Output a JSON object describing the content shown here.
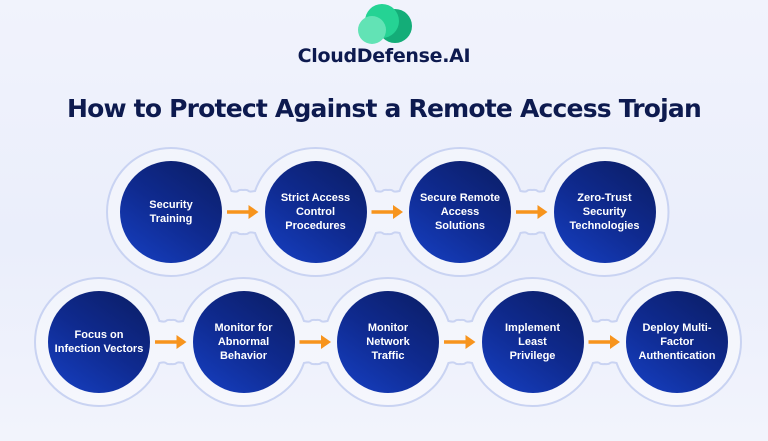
{
  "brand": {
    "name": "CloudDefense.AI",
    "logo_icon": "cloud-circles-icon",
    "logo_colors": [
      "#5ee0b0",
      "#22d08e",
      "#12a874"
    ]
  },
  "title": "How to Protect Against a Remote Access Trojan",
  "colors": {
    "background": "#eef1fb",
    "title_text": "#0d1a4f",
    "step_fill_dark": "#0b1d63",
    "step_fill_light": "#1640c4",
    "step_text": "#ffffff",
    "arrow": "#f7941d",
    "outline": "#c9d3f2"
  },
  "rows": [
    {
      "steps": [
        {
          "label": "Security Training",
          "lines": [
            "Security",
            "Training"
          ]
        },
        {
          "label": "Strict Access Control Procedures",
          "lines": [
            "Strict Access",
            "Control",
            "Procedures"
          ]
        },
        {
          "label": "Secure Remote Access Solutions",
          "lines": [
            "Secure Remote",
            "Access",
            "Solutions"
          ]
        },
        {
          "label": "Zero-Trust Security Technologies",
          "lines": [
            "Zero-Trust",
            "Security",
            "Technologies"
          ]
        }
      ]
    },
    {
      "steps": [
        {
          "label": "Focus on Infection Vectors",
          "lines": [
            "Focus on",
            "Infection Vectors"
          ]
        },
        {
          "label": "Monitor for Abnormal Behavior",
          "lines": [
            "Monitor for",
            "Abnormal",
            "Behavior"
          ]
        },
        {
          "label": "Monitor Network Traffic",
          "lines": [
            "Monitor",
            "Network",
            "Traffic"
          ]
        },
        {
          "label": "Implement Least Privilege",
          "lines": [
            "Implement",
            "Least",
            "Privilege"
          ]
        },
        {
          "label": "Deploy Multi-Factor Authentication",
          "lines": [
            "Deploy Multi-",
            "Factor",
            "Authentication"
          ]
        }
      ]
    }
  ],
  "connector_icon": "arrow-right-icon"
}
